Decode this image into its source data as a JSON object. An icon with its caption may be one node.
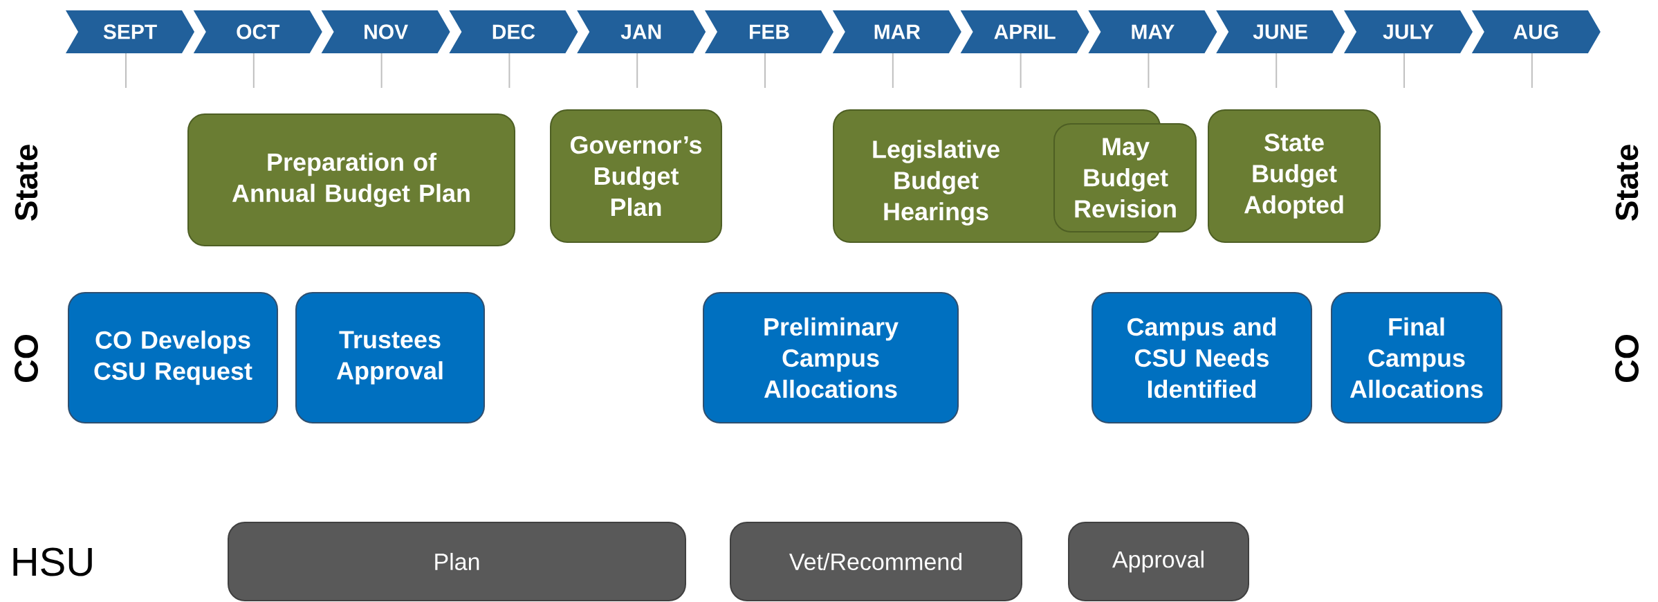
{
  "diagram": {
    "nodes": [
      {
        "text": [
          "SEPT"
        ]
      },
      {
        "text": [
          "OCT"
        ]
      },
      {
        "text": [
          "NOV"
        ]
      },
      {
        "text": [
          "DEC"
        ]
      },
      {
        "text": [
          "JAN"
        ]
      },
      {
        "text": [
          "FEB"
        ]
      },
      {
        "text": [
          "MAR"
        ]
      },
      {
        "text": [
          "APRIL"
        ]
      },
      {
        "text": [
          "MAY"
        ]
      },
      {
        "text": [
          "JUNE"
        ]
      },
      {
        "text": [
          "JULY"
        ]
      },
      {
        "text": [
          "AUG"
        ]
      },
      {
        "text": [
          "Preparation of Annual Budget Plan"
        ]
      },
      {
        "text": [
          "Governor’s Budget Plan"
        ]
      },
      {
        "text": [
          "Legislative Budget Hearings"
        ]
      },
      {
        "text": [
          "May Budget Revision"
        ]
      },
      {
        "text": [
          "State Budget Adopted"
        ]
      },
      {
        "text": [
          "CO Develops CSU Request"
        ]
      },
      {
        "text": [
          "Trustees Approval"
        ]
      },
      {
        "text": [
          "Preliminary Campus Allocations"
        ]
      },
      {
        "text": [
          "Campus and CSU Needs Identified"
        ]
      },
      {
        "text": [
          "Final Campus Allocations"
        ]
      },
      {
        "text": [
          "Plan"
        ]
      },
      {
        "text": [
          "Vet/Recommend"
        ]
      },
      {
        "text": [
          "Approval"
        ]
      }
    ],
    "labels": [
      "State",
      "State",
      "CO",
      "CO",
      "HSU"
    ]
  }
}
